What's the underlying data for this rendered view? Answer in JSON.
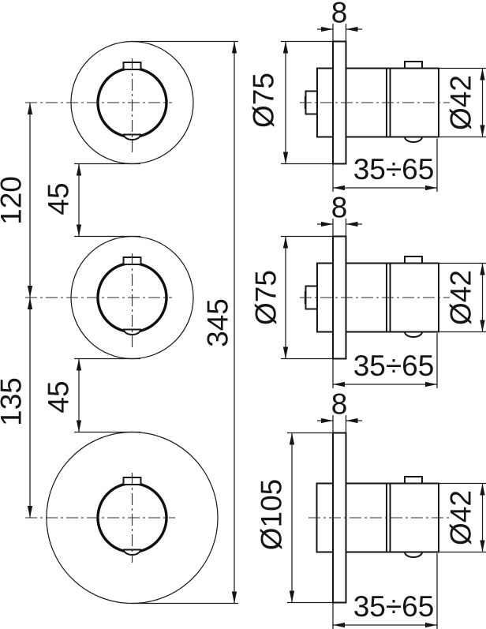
{
  "drawing": {
    "description": "Technical dimension drawing of a 3-handle built-in thermostatic shower mixer: front view with three round escutcheons and three side section views",
    "colors": {
      "line": "#1c1c1c",
      "background": "#ffffff"
    },
    "front_view": {
      "center_spacing_top": "120",
      "center_spacing_bottom": "135",
      "edge_gap_top": "45",
      "edge_gap_bottom": "45",
      "total_height": "345"
    },
    "side_views": [
      {
        "plate_thickness": "8",
        "plate_diameter": "Ø75",
        "knob_diameter": "Ø42",
        "wall_depth_range": "35÷65"
      },
      {
        "plate_thickness": "8",
        "plate_diameter": "Ø75",
        "knob_diameter": "Ø42",
        "wall_depth_range": "35÷65"
      },
      {
        "plate_thickness": "8",
        "plate_diameter": "Ø105",
        "knob_diameter": "Ø42",
        "wall_depth_range": "35÷65"
      }
    ]
  }
}
